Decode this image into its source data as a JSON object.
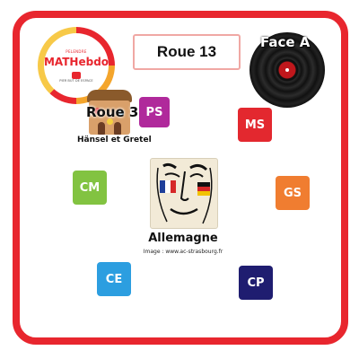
{
  "logo": {
    "top_text": "PELENDRE",
    "main_text": "MATHebdo",
    "sub_text": "PIER BUT DE ESPACE",
    "icon": "mathebdo-logo-icon"
  },
  "title": "Roue 13",
  "record": {
    "label": "Face A",
    "icon": "vinyl-record-icon"
  },
  "story": {
    "overlay": "Roue 3",
    "caption": "Hänsel et Gretel",
    "icon": "gingerbread-house-image"
  },
  "levels": [
    {
      "id": "ps",
      "label": "PS",
      "color": "#b0299b"
    },
    {
      "id": "ms",
      "label": "MS",
      "color": "#e3282f"
    },
    {
      "id": "gs",
      "label": "GS",
      "color": "#f07d30"
    },
    {
      "id": "cp",
      "label": "CP",
      "color": "#1f1d70"
    },
    {
      "id": "ce",
      "label": "CE",
      "color": "#2c9ee0"
    },
    {
      "id": "cm",
      "label": "CM",
      "color": "#82c341"
    }
  ],
  "center": {
    "label": "Allemagne",
    "credit": "Image : www.ac-strasbourg.fr",
    "icon": "france-germany-face-image"
  },
  "colors": {
    "frame": "#e8262e",
    "title_border": "#f0a8a4"
  }
}
